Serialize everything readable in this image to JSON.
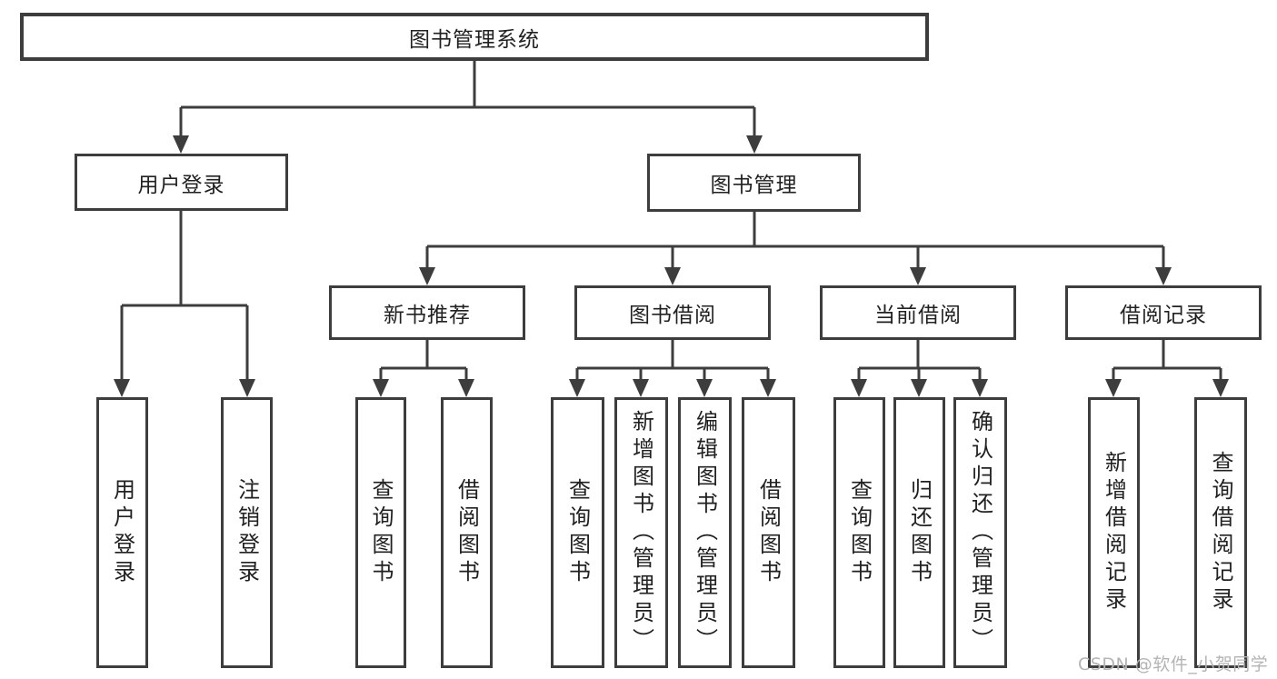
{
  "tree": {
    "root": {
      "label": "图书管理系统"
    },
    "user_login": {
      "label": "用户登录",
      "children": [
        {
          "label": "用户登录"
        },
        {
          "label": "注销登录"
        }
      ]
    },
    "book_management": {
      "label": "图书管理",
      "groups": [
        {
          "label": "新书推荐",
          "children": [
            {
              "label": "查询图书"
            },
            {
              "label": "借阅图书"
            }
          ]
        },
        {
          "label": "图书借阅",
          "children": [
            {
              "label": "查询图书"
            },
            {
              "label": "新增图书（管理员）"
            },
            {
              "label": "编辑图书（管理员）"
            },
            {
              "label": "借阅图书"
            }
          ]
        },
        {
          "label": "当前借阅",
          "children": [
            {
              "label": "查询图书"
            },
            {
              "label": "归还图书"
            },
            {
              "label": "确认归还（管理员）"
            }
          ]
        },
        {
          "label": "借阅记录",
          "children": [
            {
              "label": "新增借阅记录"
            },
            {
              "label": "查询借阅记录"
            }
          ]
        }
      ]
    }
  },
  "watermark": {
    "text": "CSDN @软件_小贺同学"
  },
  "colors": {
    "line": "#3d3d3d",
    "text": "#212121",
    "watermark": "#b4b4b4",
    "background": "#ffffff"
  }
}
